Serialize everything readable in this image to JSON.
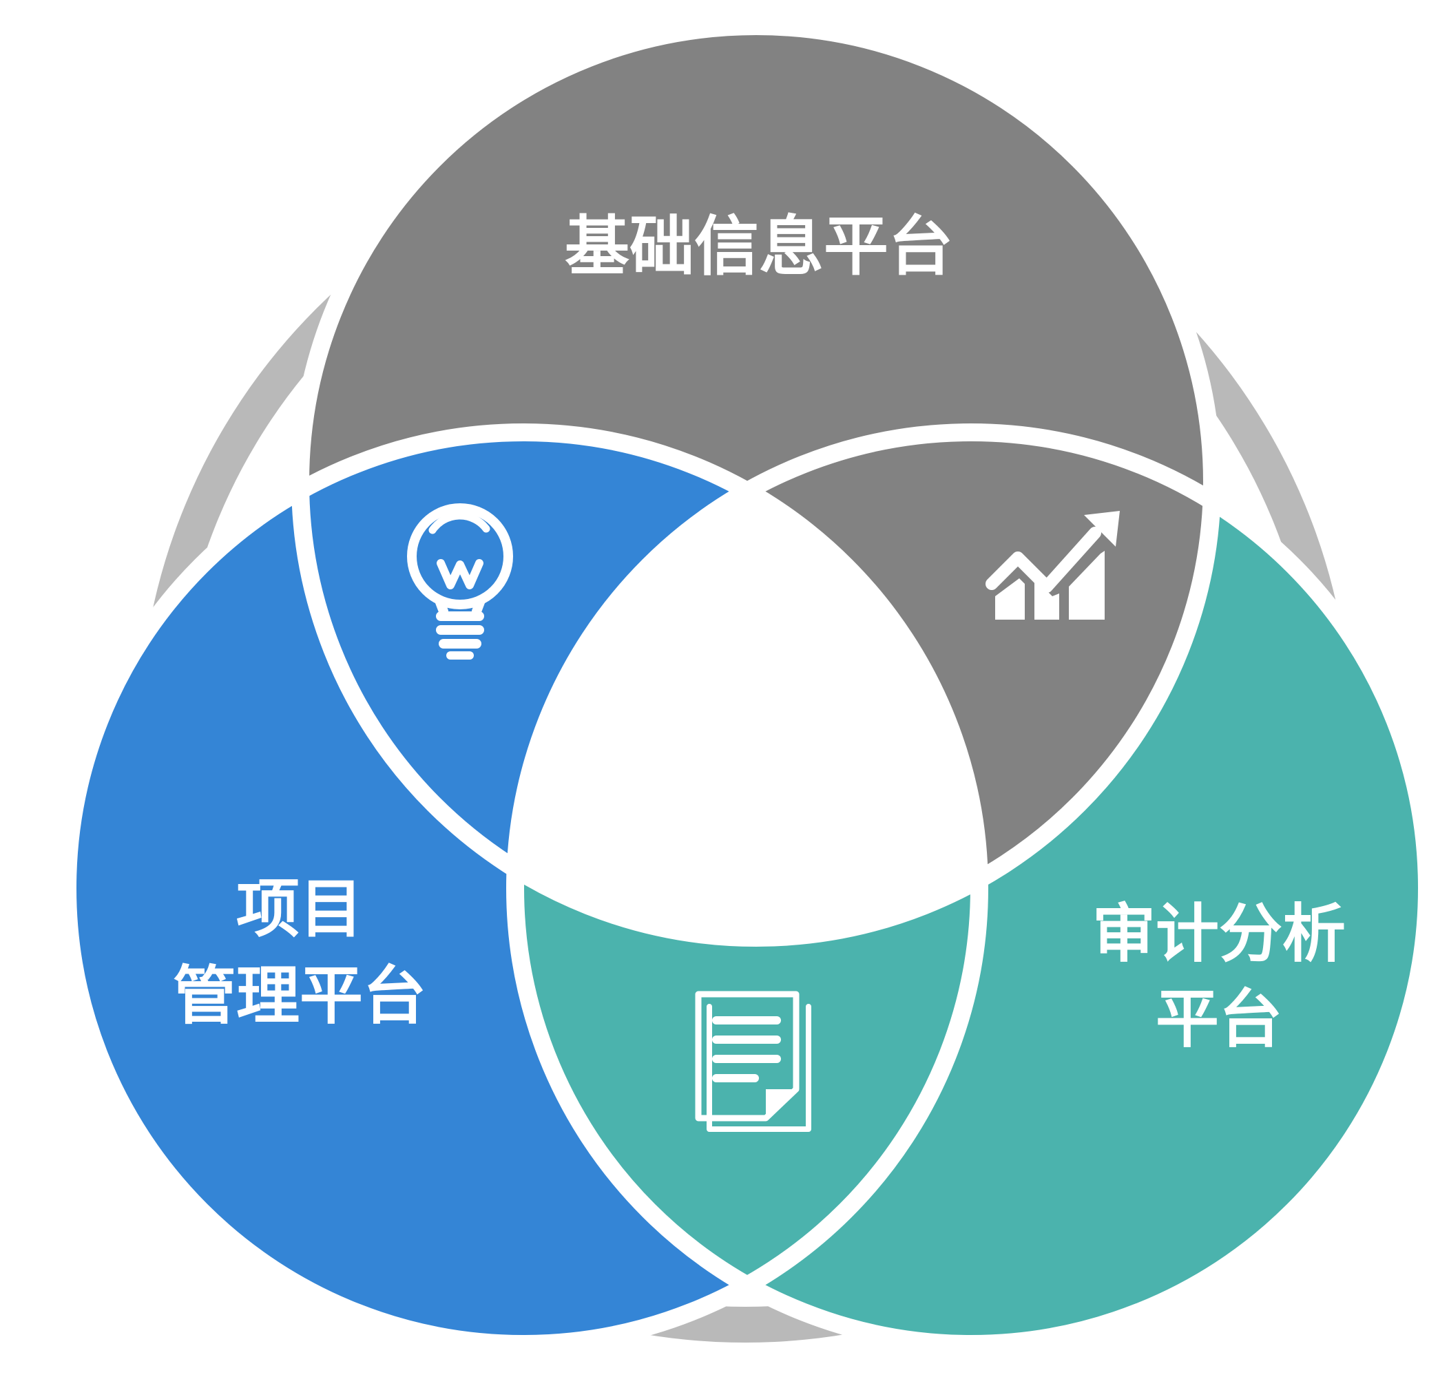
{
  "colors": {
    "ring": "#b9b9b9",
    "gray": "#828282",
    "blue": "#3485d6",
    "teal": "#4bb3ad",
    "gap": "#ffffff"
  },
  "platforms": {
    "top": {
      "lines": [
        "基础信息平台"
      ],
      "color": "gray"
    },
    "left": {
      "lines": [
        "项目",
        "管理平台"
      ],
      "color": "blue"
    },
    "right": {
      "lines": [
        "审计分析",
        "平台"
      ],
      "color": "teal"
    }
  },
  "icons": {
    "upper_left": "lightbulb-icon",
    "upper_right": "growth-chart-icon",
    "bottom": "document-icon"
  }
}
